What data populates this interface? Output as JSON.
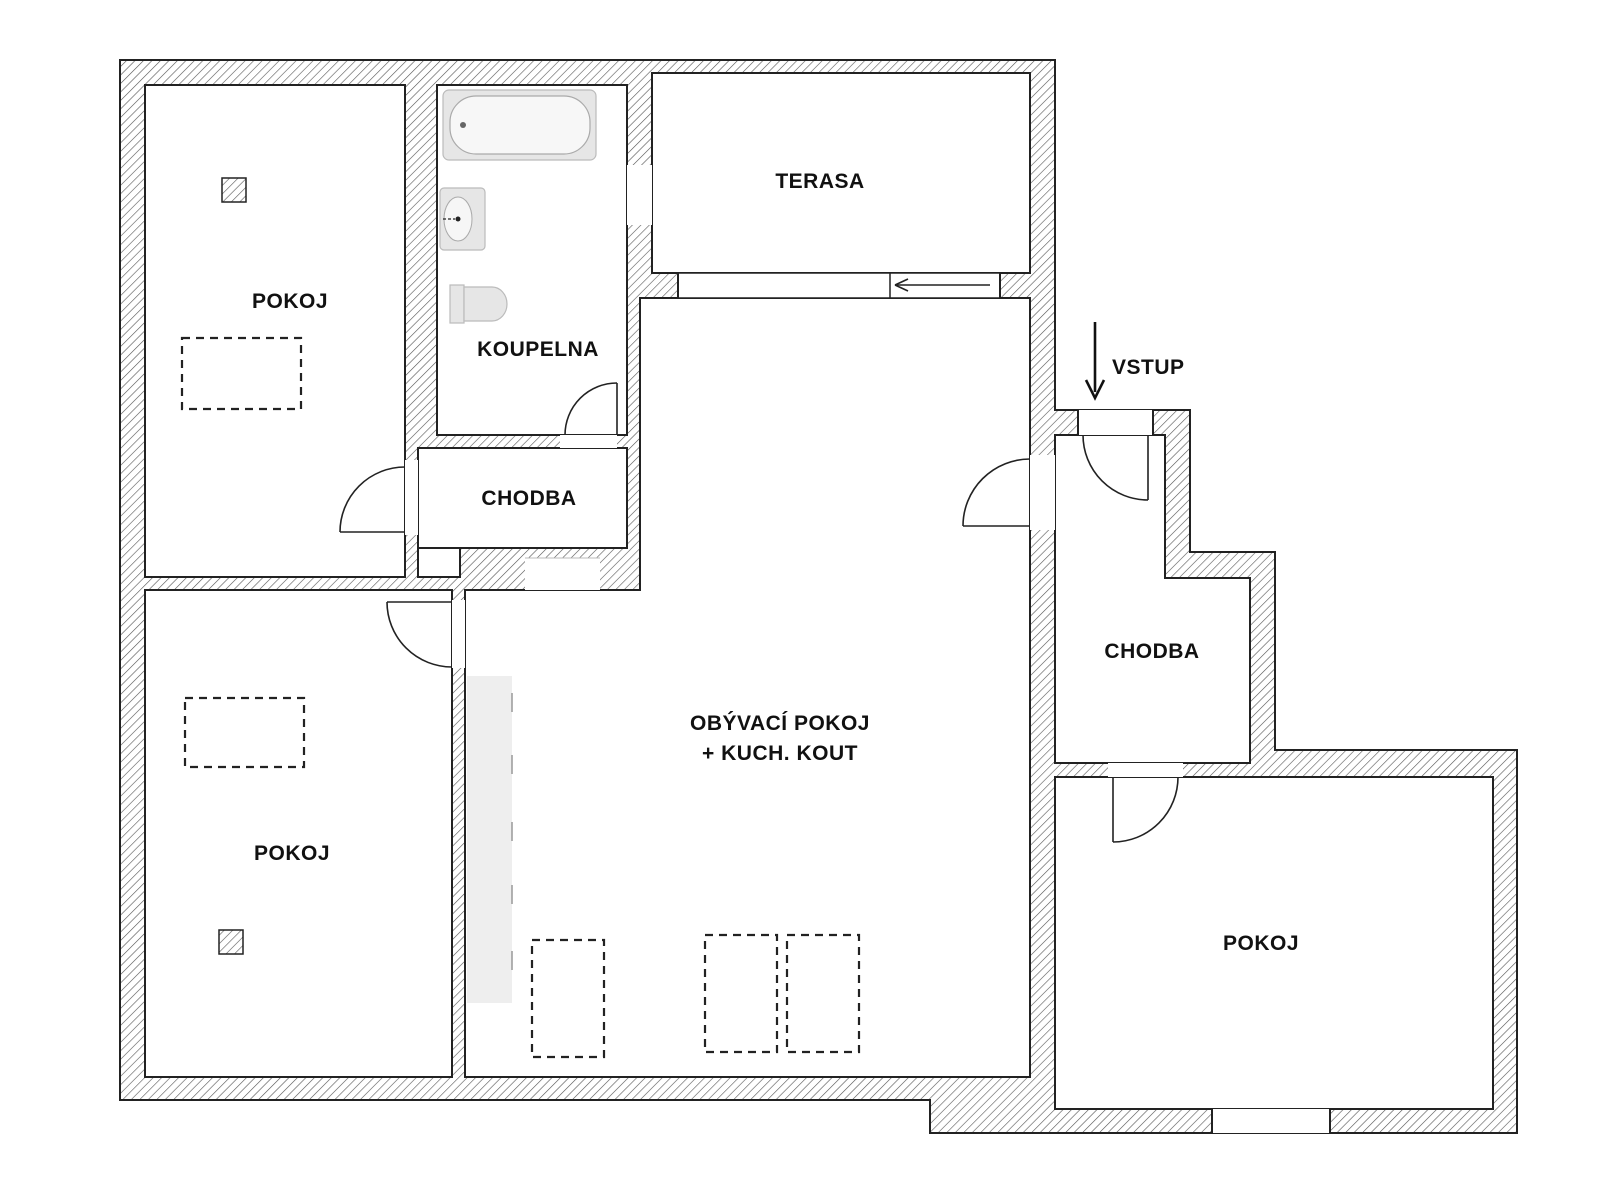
{
  "floorplan": {
    "rooms": {
      "pokoj_top_left": "POKOJ",
      "pokoj_bottom_left": "POKOJ",
      "koupelna": "KOUPELNA",
      "terasa": "TERASA",
      "chodba_center": "CHODBA",
      "chodba_right": "CHODBA",
      "obyvaci_line1": "OBÝVACÍ POKOJ",
      "obyvaci_line2": "+ KUCH. KOUT",
      "pokoj_right": "POKOJ",
      "vstup": "VSTUP"
    },
    "icons": [
      "entrance-arrow-icon",
      "sliding-door-arrow-icon",
      "bathtub-icon",
      "sink-icon",
      "toilet-icon"
    ]
  }
}
